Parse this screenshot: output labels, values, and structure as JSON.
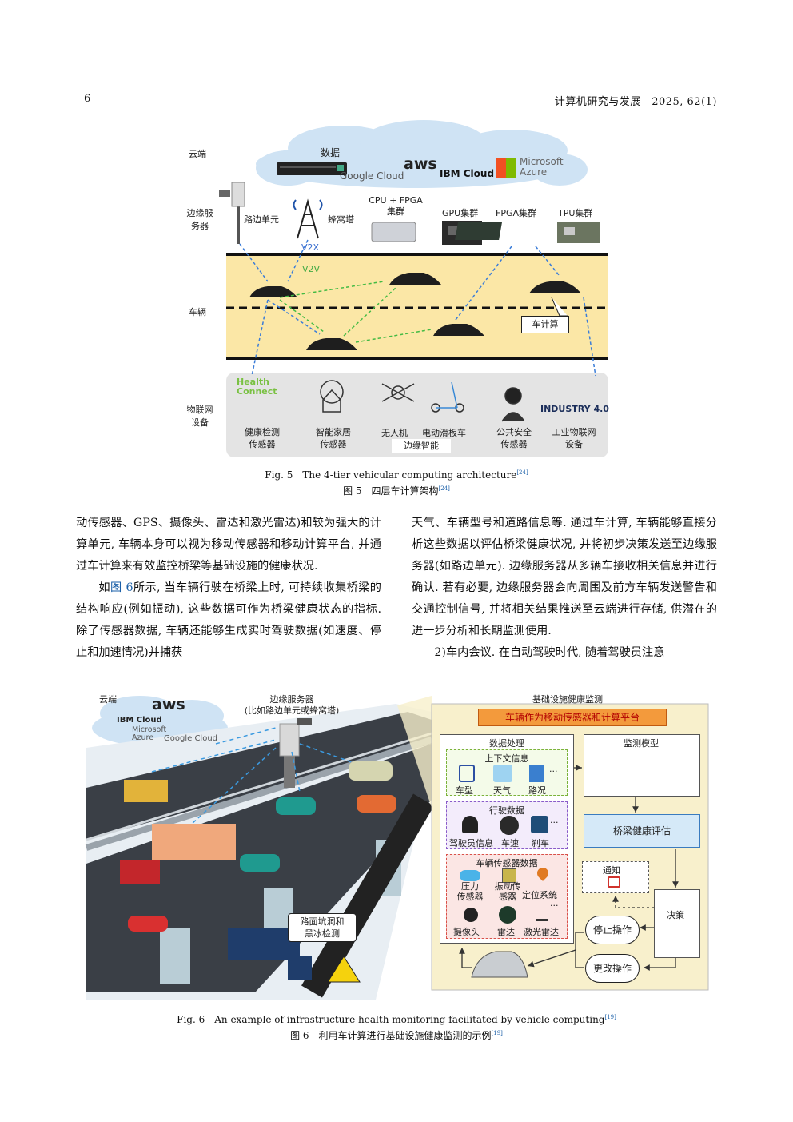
{
  "header": {
    "page_number": "6",
    "journal": "计算机研究与发展　2025, 62(1)"
  },
  "fig5": {
    "tiers": {
      "cloud": "云端",
      "edge": "边缘服\n务器",
      "vehicle": "车辆",
      "iot": "物联网\n设备"
    },
    "cloud": {
      "data": "数据",
      "providers": [
        "Google Cloud",
        "aws",
        "IBM Cloud",
        "Microsoft Azure"
      ]
    },
    "edge": {
      "rsu": "路边单元",
      "tower": "蜂窝塔",
      "cpu_fpga": "CPU + FPGA\n集群",
      "gpu": "GPU集群",
      "fpga": "FPGA集群",
      "tpu": "TPU集群"
    },
    "links": {
      "v2x": "V2X",
      "v2v": "V2V"
    },
    "vehicle_compute": "车计算",
    "iot": {
      "health_logo": "Health Connect",
      "health": "健康检测\n传感器",
      "smart_home": "智能家居\n传感器",
      "drone": "无人机",
      "scooter": "电动滑板车",
      "edge_intel": "边缘智能",
      "security": "公共安全\n传感器",
      "industry_logo": "INDUSTRY 4.0",
      "industry": "工业物联网\n设备"
    },
    "caption_en": "Fig. 5　The 4-tier vehicular computing architecture",
    "caption_zh": "图 5　四层车计算架构",
    "ref": "[24]"
  },
  "body": {
    "left_p1": "动传感器、GPS、摄像头、雷达和激光雷达)和较为强大的计算单元, 车辆本身可以视为移动传感器和移动计算平台, 并通过车计算来有效监控桥梁等基础设施的健康状况.",
    "left_p2_pre": "如",
    "left_p2_link": "图 6",
    "left_p2_post": "所示, 当车辆行驶在桥梁上时, 可持续收集桥梁的结构响应(例如振动), 这些数据可作为桥梁健康状态的指标. 除了传感器数据, 车辆还能够生成实时驾驶数据(如速度、停止和加速情况)并捕获",
    "right_p1": "天气、车辆型号和道路信息等. 通过车计算, 车辆能够直接分析这些数据以评估桥梁健康状况, 并将初步决策发送至边缘服务器(如路边单元). 边缘服务器从多辆车接收相关信息并进行确认. 若有必要, 边缘服务器会向周围及前方车辆发送警告和交通控制信号, 并将相关结果推送至云端进行存储, 供潜在的进一步分析和长期监测使用.",
    "right_p2": "2)车内会议. 在自动驾驶时代, 随着驾驶员注意"
  },
  "fig6": {
    "cloud_label": "云端",
    "providers": [
      "aws",
      "IBM Cloud",
      "Microsoft Azure",
      "Google Cloud"
    ],
    "edge_server": "边缘服务器",
    "edge_server_sub": "(比如路边单元或蜂窝塔)",
    "pothole": "路面坑洞和\n黑冰检测",
    "panel_title": "基础设施健康监测",
    "banner": "车辆作为移动传感器和计算平台",
    "data_processing": "数据处理",
    "context": "上下文信息",
    "context_items": [
      "车型",
      "天气",
      "路况"
    ],
    "driving": "行驶数据",
    "driving_items": [
      "驾驶员信息",
      "车速",
      "刹车"
    ],
    "sensors": "车辆传感器数据",
    "sensor_items": [
      "压力\n传感器",
      "振动传\n感器",
      "定位系统",
      "摄像头",
      "雷达",
      "激光雷达"
    ],
    "monitor_model": "监测模型",
    "bridge_eval": "桥梁健康评估",
    "notify": "通知",
    "decision": "决策",
    "stop": "停止操作",
    "change": "更改操作",
    "ellipsis": "···",
    "caption_en": "Fig. 6　An example of infrastructure health monitoring facilitated by vehicle computing",
    "caption_zh": "图 6　利用车计算进行基础设施健康监测的示例",
    "ref": "[19]"
  }
}
